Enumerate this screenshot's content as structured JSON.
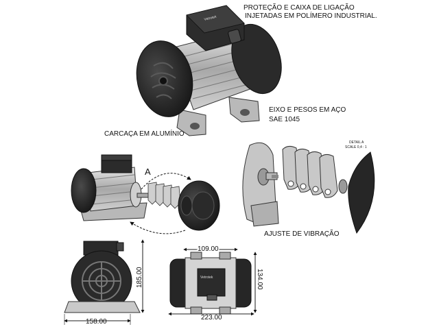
{
  "labels": {
    "protection_line1": "PROTEÇÃO E CAIXA DE LIGAÇÃO",
    "protection_line2": "INJETADAS EM POLÍMERO INDUSTRIAL.",
    "shaft_line1": "EIXO E PESOS EM AÇO",
    "shaft_line2": "SAE 1045",
    "housing": "CARCAÇA EM ALUMÍNIO",
    "adjustment": "AJUSTE DE VIBRAÇÃO",
    "detail_line1": "DETAIL A",
    "detail_line2": "SCALE 0,4 : 1",
    "detail_marker": "A"
  },
  "dimensions": {
    "front_height": "185.00",
    "front_width": "158.00",
    "top_inner_width": "109.00",
    "top_total_width": "223.00",
    "top_height": "134.00"
  },
  "brand": {
    "logo_text": "Vetrotek"
  },
  "colors": {
    "motor_dark": "#1f1f1f",
    "motor_mid": "#3a3a3a",
    "metal_light": "#c8c8c8",
    "metal_mid": "#9a9a9a",
    "line": "#111111"
  }
}
